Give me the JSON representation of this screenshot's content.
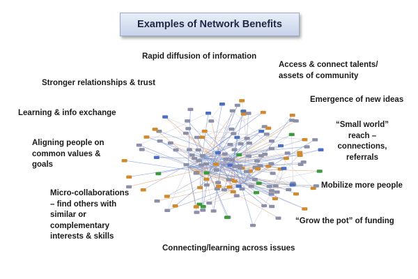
{
  "title": "Examples of Network Benefits",
  "benefits": {
    "rapid_diffusion": "Rapid diffusion of information",
    "access_talents_1": "Access & connect talents/",
    "access_talents_2": "assets of community",
    "stronger_relationships": "Stronger relationships & trust",
    "emergence_ideas": "Emergence of new ideas",
    "learning_exchange": "Learning & info exchange",
    "small_world_1": "“Small world”",
    "small_world_2": "reach –",
    "small_world_3": "connections,",
    "small_world_4": "referrals",
    "aligning_1": "Aligning people on",
    "aligning_2": "common values &",
    "aligning_3": "goals",
    "mobilize": "Mobilize more people",
    "micro_1": "Micro-collaborations",
    "micro_2": "– find others with",
    "micro_3": "similar or",
    "micro_4": "complementary",
    "micro_5": "interests & skills",
    "grow_pot": "“Grow the pot” of funding",
    "connecting_issues": "Connecting/learning across issues"
  },
  "network_colors": {
    "node_grey": "#8c8fa8",
    "node_orange": "#d08a2c",
    "node_green": "#3c9a3c",
    "node_blue": "#4a6fc4",
    "edge_blue": "#6f8fd8",
    "edge_orange": "#e0a070",
    "edge_grey": "#a0a6b8"
  }
}
